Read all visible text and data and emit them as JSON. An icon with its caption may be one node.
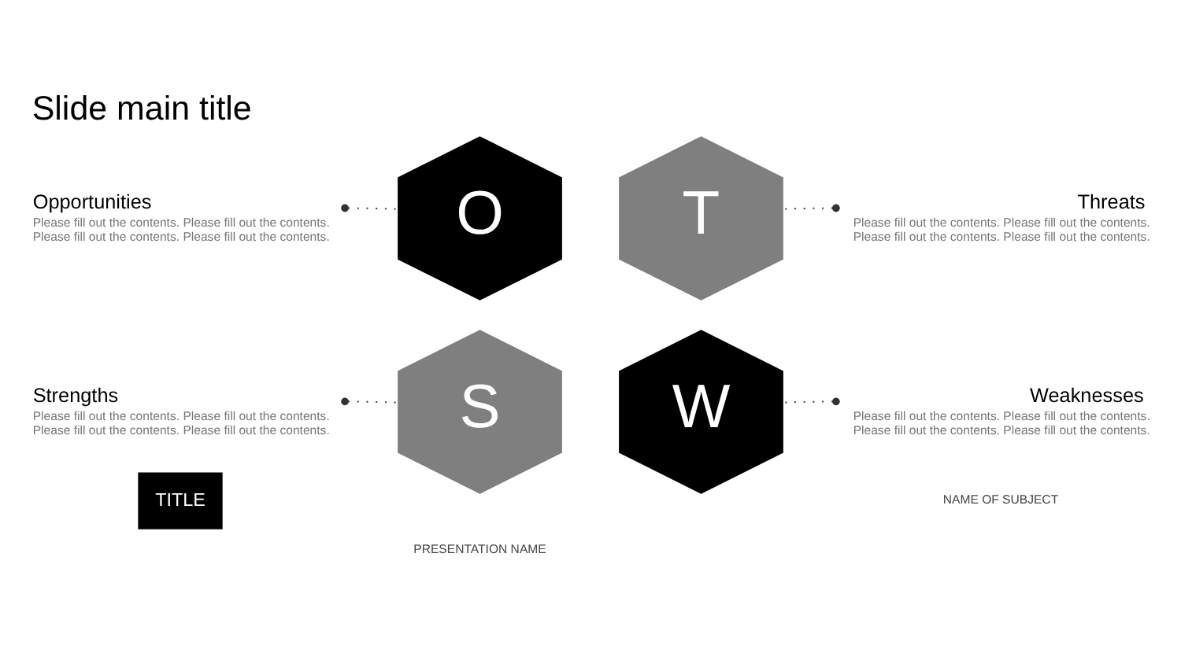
{
  "diagram": {
    "title": "Slide main title",
    "nodes": [
      {
        "text": [
          "Strengths",
          "Please fill out the contents. Please fill out the contents. Please fill out the contents. Please fill out the contents."
        ]
      },
      {
        "text": [
          "S"
        ]
      },
      {
        "text": [
          "W"
        ]
      },
      {
        "text": [
          "Weaknesses",
          "Please fill out the contents. Please fill out the contents. Please fill out the contents. Please fill out the contents."
        ]
      },
      {
        "text": [
          "Opportunities",
          "Please fill out the contents. Please fill out the contents. Please fill out the contents. Please fill out the contents."
        ]
      },
      {
        "text": [
          "O"
        ]
      },
      {
        "text": [
          "T"
        ]
      },
      {
        "text": [
          "Threats",
          "Please fill out the contents. Please fill out the contents. Please fill out the contents. Please fill out the contents."
        ]
      }
    ],
    "edges": [
      {
        "from": 0,
        "to": 1,
        "arrow": "other",
        "style": "dashed"
      },
      {
        "from": 3,
        "to": 2,
        "arrow": "other",
        "style": "dashed"
      },
      {
        "from": 4,
        "to": 5,
        "arrow": "other",
        "style": "dashed"
      },
      {
        "from": 7,
        "to": 6,
        "arrow": "other",
        "style": "dashed"
      }
    ],
    "labels": [
      "TITLE",
      "PRESENTATION NAME",
      "NAME OF SUBJECT"
    ]
  }
}
